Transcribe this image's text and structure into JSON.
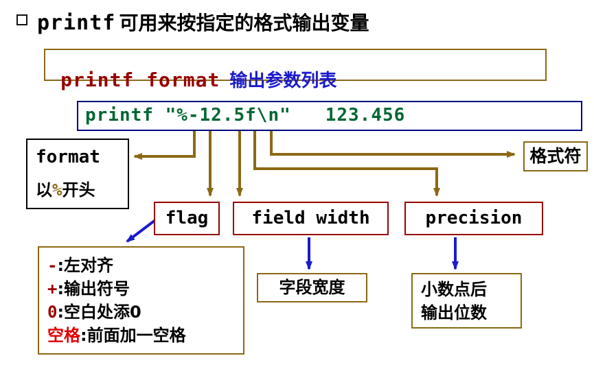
{
  "colors": {
    "olive": "#8B6914",
    "navy": "#000080",
    "blue": "#1a1acc",
    "maroon": "#990000",
    "red": "#dd0000",
    "green": "#006633",
    "black": "#000000"
  },
  "title": {
    "code": "printf",
    "text": "可用来按指定的格式输出变量"
  },
  "syntax_box": {
    "code": "printf format",
    "label": "输出参数列表"
  },
  "example_box": {
    "code": "printf \"%-12.5f\\n\"   123.456"
  },
  "format_box": {
    "label": "format",
    "desc_prefix": "以",
    "desc_symbol": "%",
    "desc_suffix": "开头"
  },
  "format_spec_box": {
    "label": "格式符"
  },
  "flag_box": {
    "label": "flag"
  },
  "field_width_box": {
    "label": "field width"
  },
  "precision_box": {
    "label": "precision"
  },
  "flag_detail": {
    "lines": [
      {
        "key": "-",
        "rest": ":左对齐"
      },
      {
        "key": "+",
        "rest": ":输出符号"
      },
      {
        "key": "0",
        "rest": ":空白处添0"
      },
      {
        "key": "空格",
        "rest": ":前面加一空格"
      }
    ]
  },
  "field_width_detail": {
    "label": "字段宽度"
  },
  "precision_detail": {
    "line1": "小数点后",
    "line2": "输出位数"
  }
}
